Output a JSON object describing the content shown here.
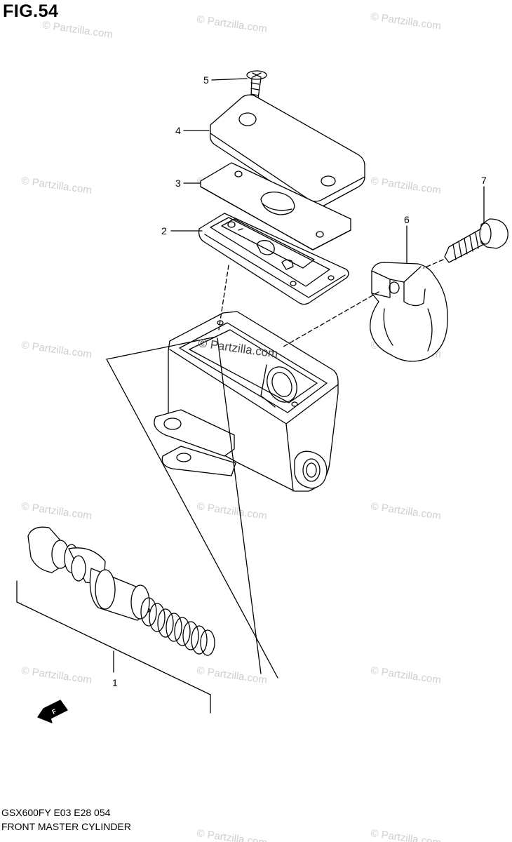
{
  "figure": {
    "title": "FIG.54",
    "model_code": "GSX600FY E03 E28  054",
    "caption": "FRONT MASTER CYLINDER"
  },
  "callouts": [
    "1",
    "2",
    "3",
    "4",
    "5",
    "6",
    "7"
  ],
  "direction_marker": "F",
  "watermark": {
    "text": "© Partzilla.com",
    "center_text": "© Partzilla.com"
  },
  "colors": {
    "line": "#000000",
    "watermark": "#cfcfcf",
    "background": "#ffffff"
  }
}
